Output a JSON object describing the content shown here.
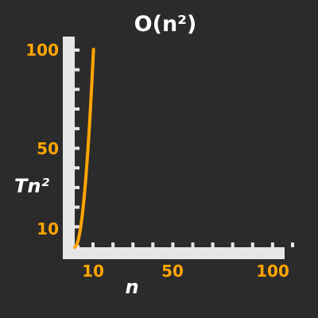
{
  "chart_data": {
    "type": "line",
    "title": "O(n²)",
    "xlabel": "n",
    "ylabel": "Tn²",
    "x_ticks": [
      "10",
      "50",
      "100"
    ],
    "y_ticks": [
      "10",
      "50",
      "100"
    ],
    "series": [
      {
        "x": [
          0,
          1,
          2,
          3,
          4,
          5,
          6,
          7,
          8,
          9,
          10
        ],
        "y": [
          0,
          1,
          4,
          9,
          16,
          25,
          36,
          49,
          64,
          81,
          100
        ]
      }
    ],
    "xlim": [
      0,
      110
    ],
    "ylim": [
      0,
      100
    ],
    "grid": false,
    "colors": {
      "background": "#2b2b2b",
      "axis": "#e6e6e6",
      "line": "#ffa500",
      "tick_label": "#ffa500",
      "title": "#ffffff"
    }
  }
}
